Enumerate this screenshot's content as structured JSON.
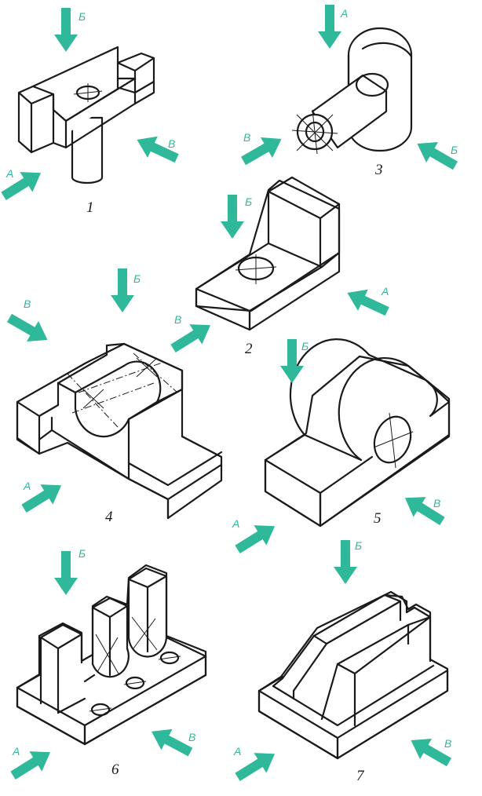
{
  "arrow_color": "#2fb89a",
  "figures": [
    {
      "number": "1",
      "views": {
        "a": "А",
        "b": "Б",
        "c": "В"
      }
    },
    {
      "number": "2",
      "views": {
        "a": "А",
        "b": "Б",
        "c": "В"
      }
    },
    {
      "number": "3",
      "views": {
        "a": "А",
        "b": "Б",
        "c": "В"
      }
    },
    {
      "number": "4",
      "views": {
        "a": "А",
        "b": "Б",
        "c": "В"
      }
    },
    {
      "number": "5",
      "views": {
        "a": "А",
        "b": "Б",
        "c": "В"
      }
    },
    {
      "number": "6",
      "views": {
        "a": "А",
        "b": "Б",
        "c": "В"
      }
    },
    {
      "number": "7",
      "views": {
        "a": "А",
        "b": "Б",
        "c": "В"
      }
    }
  ]
}
